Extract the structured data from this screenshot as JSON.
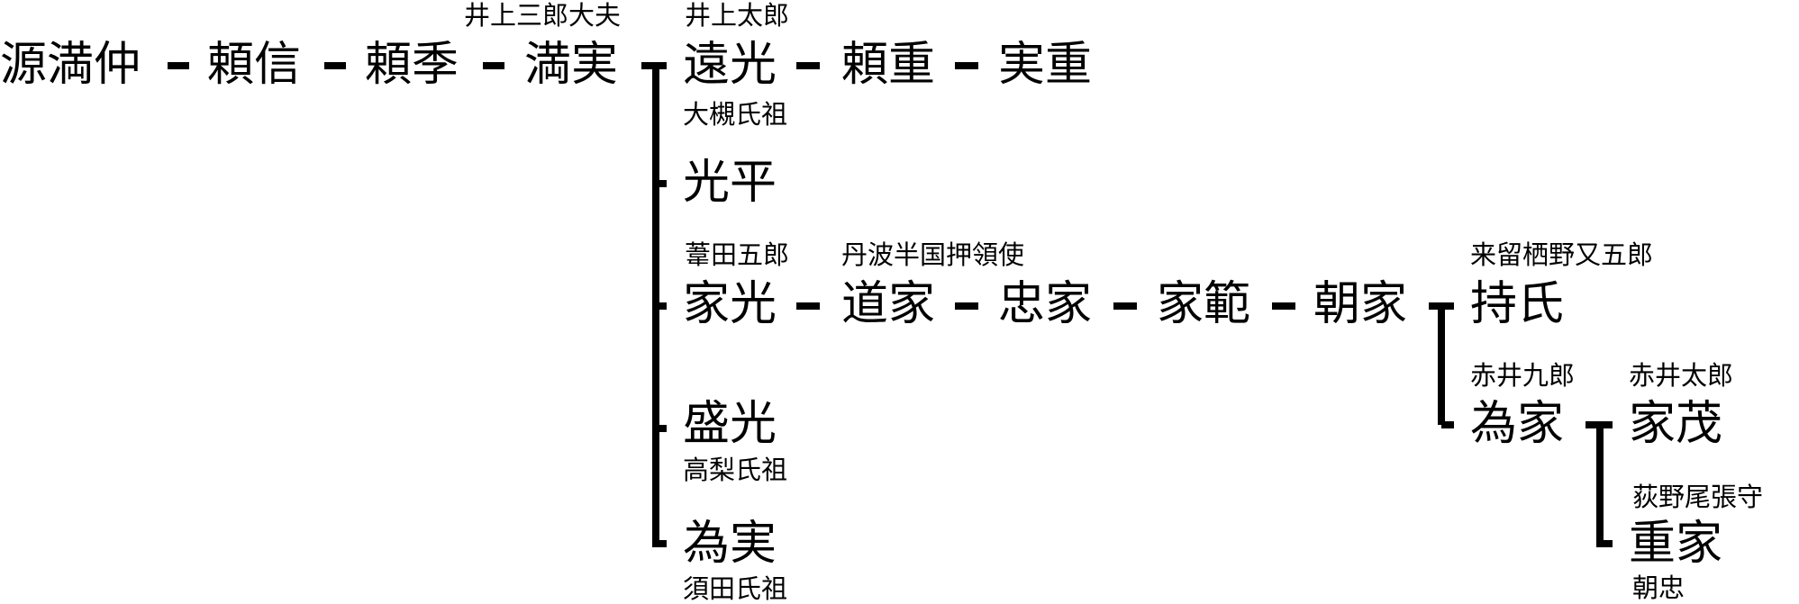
{
  "diagram": {
    "type": "genealogy",
    "nodes": {
      "mitsunaka": "源満仲",
      "yorinobu": "頼信",
      "yorisue": "頼季",
      "mitsuzane": "満実",
      "toomitsu": "遠光",
      "yorishige": "頼重",
      "sanetsuge": "実重",
      "mitsuhira": "光平",
      "iemitsu": "家光",
      "michiie": "道家",
      "tadaie": "忠家",
      "ienori": "家範",
      "tomoie": "朝家",
      "mochiuji": "持氏",
      "tameie": "為家",
      "iemochi": "家茂",
      "shigeie": "重家",
      "morimitsu": "盛光",
      "tamezane": "為実"
    },
    "notes": {
      "mitsuzane_title": "井上三郎大夫",
      "toomitsu_title": "井上太郎",
      "toomitsu_clan": "大槻氏祖",
      "iemitsu_title": "葦田五郎",
      "michiie_title": "丹波半国押領使",
      "mochiuji_title": "来留栖野又五郎",
      "tameie_title": "赤井九郎",
      "iemochi_title": "赤井太郎",
      "shigeie_title": "荻野尾張守",
      "shigeie_alias": "朝忠",
      "morimitsu_clan": "高梨氏祖",
      "tamezane_clan": "須田氏祖"
    }
  }
}
